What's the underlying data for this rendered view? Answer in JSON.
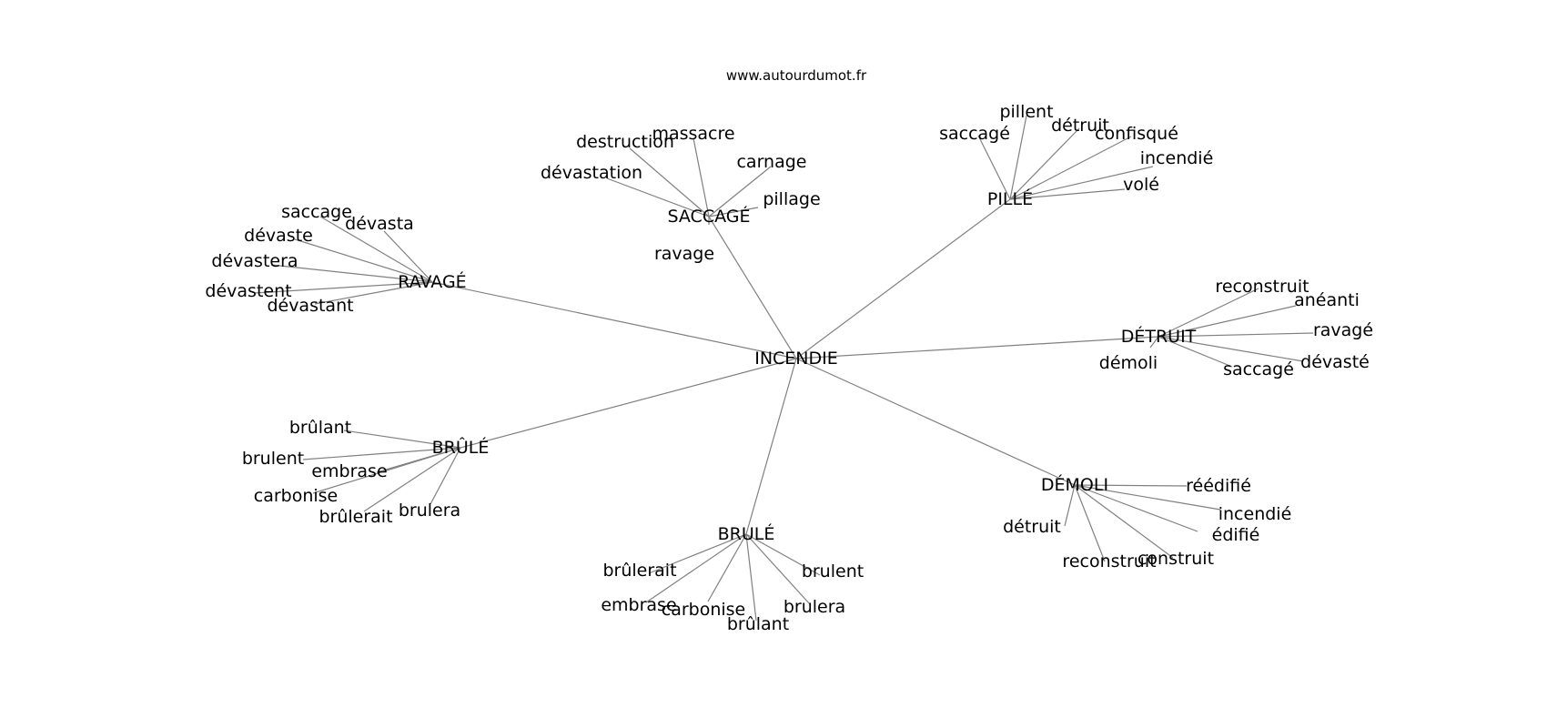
{
  "source": "www.autourdumot.fr",
  "style": {
    "edge_color": "#808080",
    "text_color": "#000000",
    "background": "#ffffff"
  },
  "graph": {
    "center": "INCENDIE",
    "clusters": [
      {
        "label": "SACCAGÉ",
        "words": [
          "destruction",
          "massacre",
          "carnage",
          "pillage",
          "dévastation",
          "ravage"
        ]
      },
      {
        "label": "PILLÉ",
        "words": [
          "saccagé",
          "pillent",
          "détruit",
          "confisqué",
          "incendié",
          "volé"
        ]
      },
      {
        "label": "RAVAGÉ",
        "words": [
          "saccage",
          "dévasta",
          "dévaste",
          "dévastera",
          "dévastent",
          "dévastant"
        ]
      },
      {
        "label": "DÉTRUIT",
        "words": [
          "reconstruit",
          "anéanti",
          "ravagé",
          "dévasté",
          "saccagé",
          "démoli"
        ]
      },
      {
        "label": "BRÛLÉ",
        "words": [
          "brûlant",
          "brulent",
          "embrase",
          "carbonise",
          "brûlerait",
          "brulera"
        ]
      },
      {
        "label": "BRULÉ",
        "words": [
          "brûlerait",
          "brulent",
          "embrase",
          "carbonise",
          "brulera",
          "brûlant"
        ]
      },
      {
        "label": "DÉMOLI",
        "words": [
          "réédifié",
          "incendié",
          "édifié",
          "construit",
          "reconstruit",
          "détruit"
        ]
      }
    ]
  }
}
